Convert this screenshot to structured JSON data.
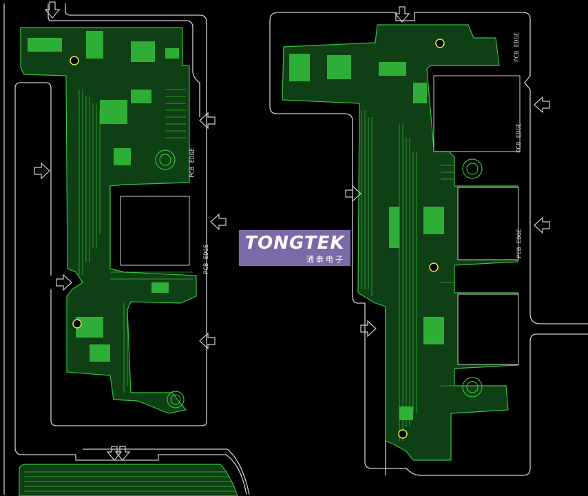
{
  "logo": {
    "brand": "TONGTEK",
    "subtitle": "通泰电子"
  },
  "edge_label": "PCB EDGE",
  "colors": {
    "background": "#000000",
    "outline": "#cfcfcf",
    "board_green": "#1f8f2a",
    "trace_green": "#34c23d",
    "pad_yellow": "#e8e84a",
    "logo_bg": "#7b6aa8"
  },
  "icons": [
    "arrow-right-icon",
    "arrow-left-icon",
    "arrow-down-icon",
    "mounting-hole-icon"
  ]
}
